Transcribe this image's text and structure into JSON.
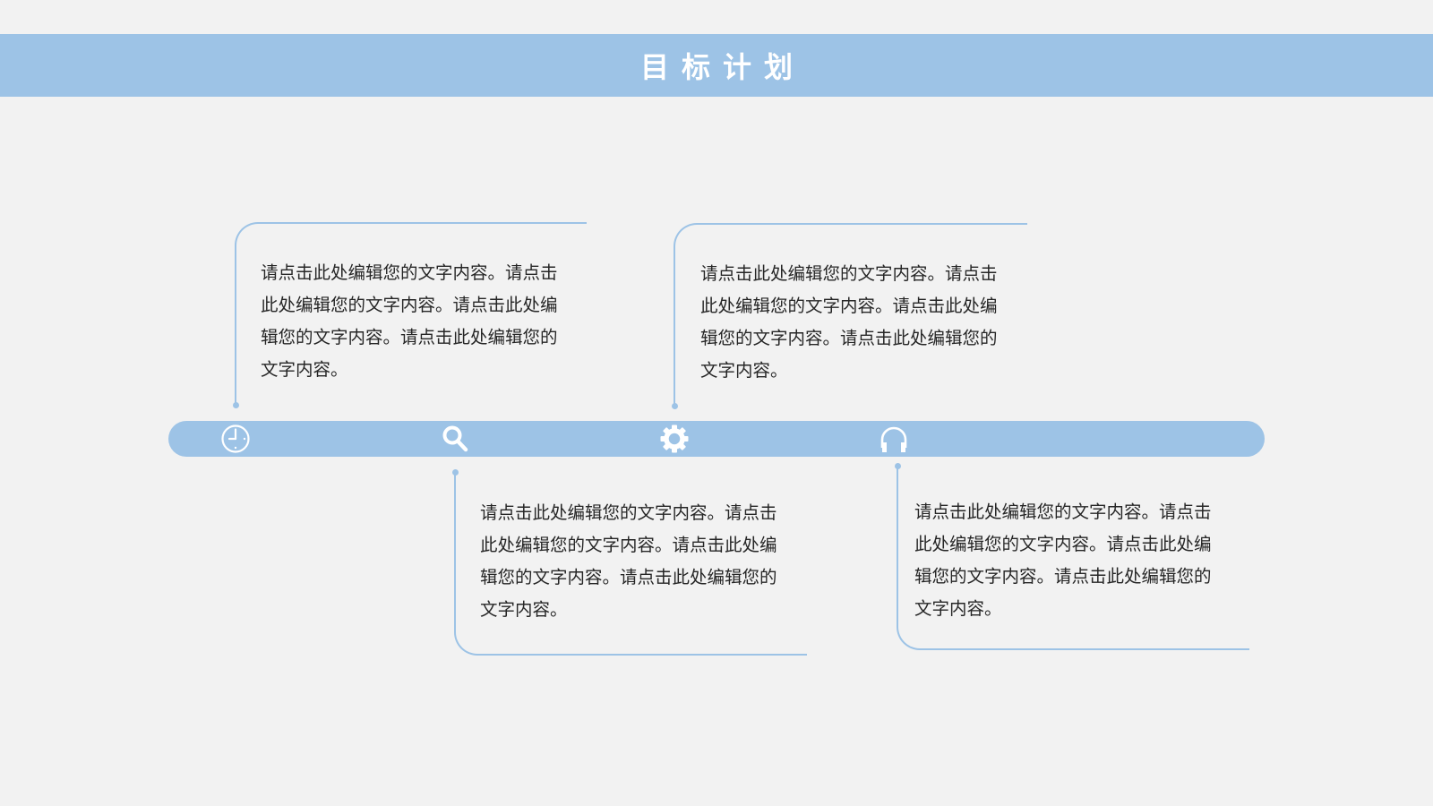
{
  "header": {
    "title": "目标计划",
    "band_color": "#9dc3e6"
  },
  "timeline": {
    "bar_color": "#9dc3e6",
    "icons": [
      {
        "name": "clock-icon"
      },
      {
        "name": "search-icon"
      },
      {
        "name": "gear-icon"
      },
      {
        "name": "headphones-icon"
      }
    ]
  },
  "cards": [
    {
      "position": "top",
      "text": "请点击此处编辑您的文字内容。请点击此处编辑您的文字内容。请点击此处编辑您的文字内容。请点击此处编辑您的文字内容。"
    },
    {
      "position": "top",
      "text": "请点击此处编辑您的文字内容。请点击此处编辑您的文字内容。请点击此处编辑您的文字内容。请点击此处编辑您的文字内容。"
    },
    {
      "position": "bottom",
      "text": "请点击此处编辑您的文字内容。请点击此处编辑您的文字内容。请点击此处编辑您的文字内容。请点击此处编辑您的文字内容。"
    },
    {
      "position": "bottom",
      "text": "请点击此处编辑您的文字内容。请点击此处编辑您的文字内容。请点击此处编辑您的文字内容。请点击此处编辑您的文字内容。"
    }
  ]
}
